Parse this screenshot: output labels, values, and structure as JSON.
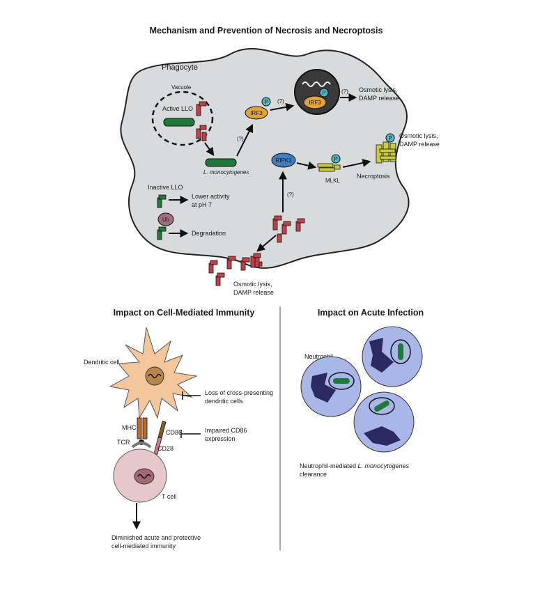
{
  "title": "Mechanism and Prevention of Necrosis and Necroptosis",
  "top": {
    "phagocyte": "Phagocyte",
    "vacuole": "Vacuole",
    "active_llo": "Active LLO",
    "inactive_llo": "Inactive LLO",
    "lower_activity_1": "Lower activity",
    "lower_activity_2": "at pH 7",
    "ub": "Ub",
    "degradation": "Degradation",
    "bacterium": "L. monocytogenes",
    "q": "(?)",
    "p": "P",
    "irf3": "IRF3",
    "ripk3": "RIPK3",
    "mlkl": "MLKL",
    "necroptosis": "Necroptosis",
    "osmotic_1": "Osmotic lysis,",
    "osmotic_2": "DAMP release"
  },
  "bottom_left": {
    "heading": "Impact on Cell-Mediated Immunity",
    "dendritic_cell": "Dendritic cell",
    "loss_1": "Loss of cross-presenting",
    "loss_2": "dendritic cells",
    "mhc": "MHC",
    "cd86": "CD86",
    "tcr": "TCR",
    "cd28": "CD28",
    "impaired_1": "Impaired CD86",
    "impaired_2": "expression",
    "t_cell": "T cell",
    "diminished_1": "Diminished acute and protective",
    "diminished_2": "cell-mediated immunity"
  },
  "bottom_right": {
    "heading": "Impact on Acute Infection",
    "neutrophil": "Neutrophil",
    "clearance_prefix": "Neutrophil-mediated ",
    "clearance_italic": "L. monocytogenes",
    "clearance_2": "clearance"
  },
  "colors": {
    "cell_fill": "#d9dadb",
    "bacterium": "#1f7a3a",
    "llo": "#c0404a",
    "irf3": "#e2a23a",
    "ripk3": "#3f7fc0",
    "mlkl": "#c8cf3a",
    "phospho": "#4fb8c4",
    "ub": "#a07080",
    "dendritic": "#f3c79b",
    "tcell": "#e6c8cc",
    "neutrophil_cyto": "#a9b6e8",
    "neutrophil_nuc": "#2c2860"
  }
}
